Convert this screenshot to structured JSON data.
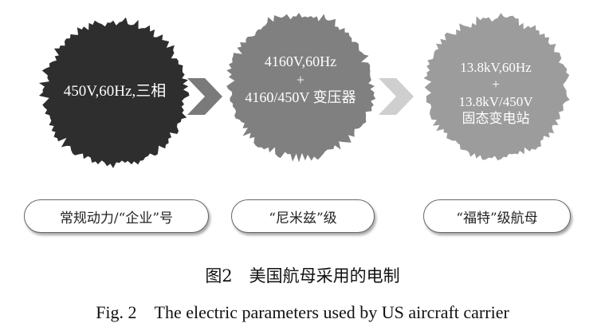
{
  "blobs": [
    {
      "lines": [
        "450V,60Hz,三相"
      ],
      "color": "#2e2e2e"
    },
    {
      "lines": [
        "4160V,60Hz",
        "+",
        "4160/450V 变压器"
      ],
      "color": "#808080"
    },
    {
      "lines": [
        "13.8kV,60Hz",
        "+",
        "13.8kV/450V",
        "固态变电站"
      ],
      "color": "#9c9c9c"
    }
  ],
  "arrows": [
    {
      "color": "#7a7a7a"
    },
    {
      "color": "#cfcfcf"
    }
  ],
  "labels": [
    "常规动力/“企业”号",
    "“尼米兹”级",
    "“福特”级航母"
  ],
  "caption": {
    "cn": "图2　美国航母采用的电制",
    "en": "Fig. 2　The electric parameters used by US aircraft carrier"
  }
}
